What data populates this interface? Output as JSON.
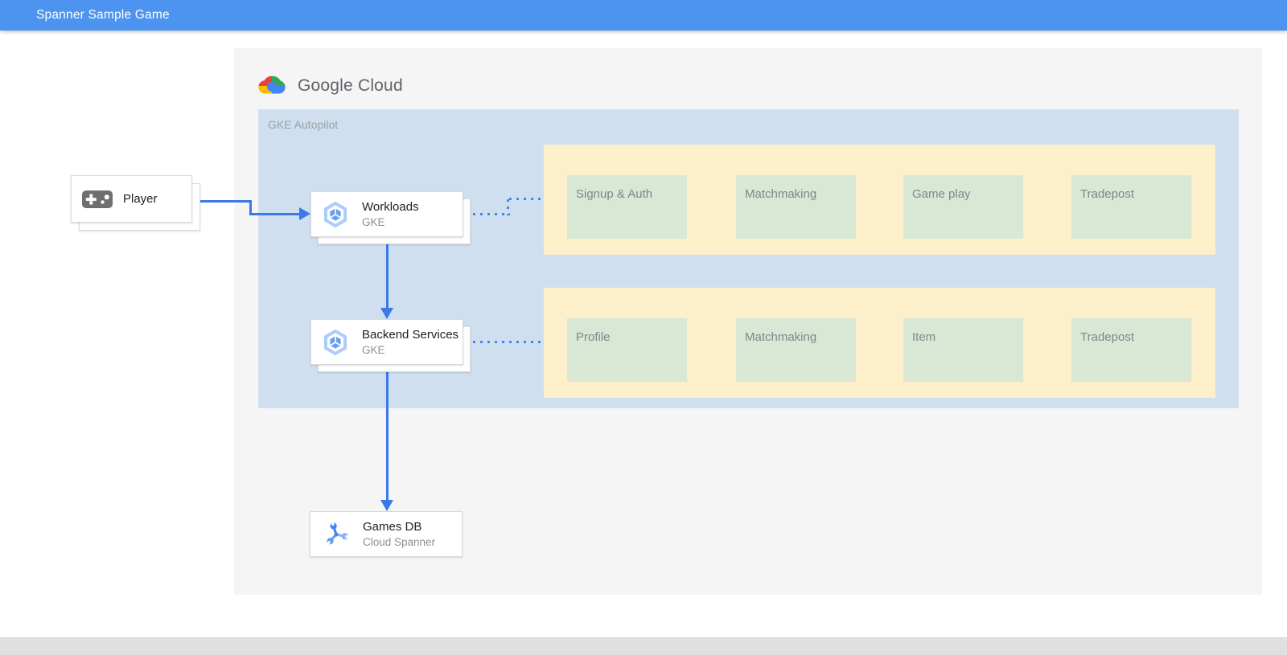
{
  "header": {
    "title": "Spanner Sample Game"
  },
  "diagram": {
    "brand": {
      "name": "Google Cloud",
      "icon": "google-cloud-icon"
    },
    "gke_label": "GKE Autopilot",
    "nodes": {
      "player": {
        "title": "Player",
        "icon": "gamepad-icon"
      },
      "workloads": {
        "title": "Workloads",
        "subtitle": "GKE",
        "icon": "gke-hexagon-icon"
      },
      "backend": {
        "title": "Backend Services",
        "subtitle": "GKE",
        "icon": "gke-hexagon-icon"
      },
      "games_db": {
        "title": "Games DB",
        "subtitle": "Cloud Spanner",
        "icon": "cloud-spanner-icon"
      }
    },
    "workload_groups": [
      {
        "services": [
          "Signup & Auth",
          "Matchmaking",
          "Game play",
          "Tradepost"
        ]
      },
      {
        "services": [
          "Profile",
          "Matchmaking",
          "Item",
          "Tradepost"
        ]
      }
    ],
    "colors": {
      "header": "#4d94f0",
      "panel": "#f5f5f6",
      "gke_container": "#cfdff0",
      "group_box": "#fcefc9",
      "service_box": "#d8e8d5",
      "connector": "#3c79e8",
      "dotted": "#4285f4"
    }
  }
}
